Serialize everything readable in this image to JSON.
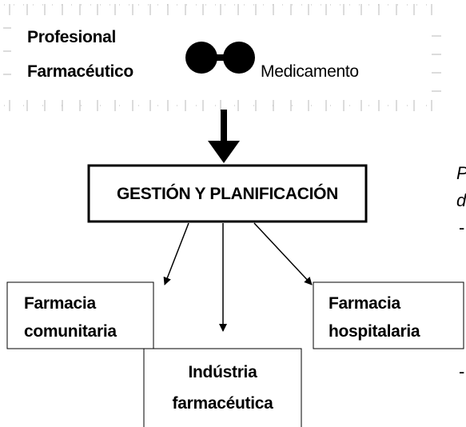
{
  "top_group": {
    "line1": "Profesional",
    "line2": "Farmacéutico",
    "right": "Medicamento"
  },
  "main_box": {
    "label": "GESTIÓN Y PLANIFICACIÓN"
  },
  "branches": {
    "left": {
      "line1": "Farmacia",
      "line2": "comunitaria"
    },
    "right": {
      "line1": "Farmacia",
      "line2": "hospitalaria"
    },
    "bottom": {
      "line1": "Indústria",
      "line2": "farmacéutica"
    }
  },
  "margin_text": {
    "a": "P",
    "b": "d",
    "c": "-",
    "d": "-"
  }
}
